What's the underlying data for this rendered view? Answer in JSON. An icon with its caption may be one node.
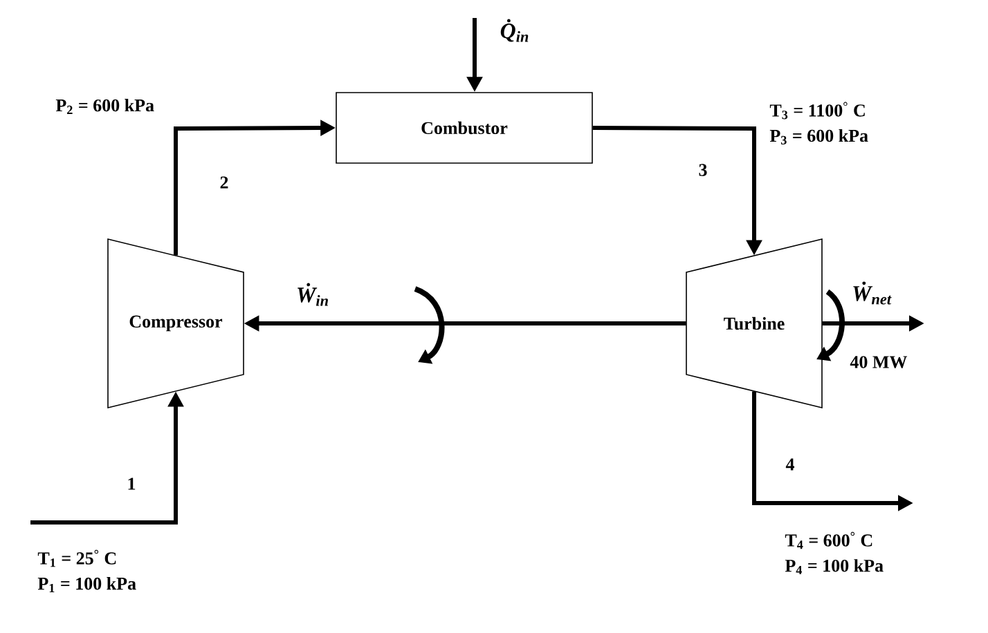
{
  "diagram": {
    "nodes": [
      {
        "text": [
          "Combustor"
        ]
      },
      {
        "text": [
          "Compressor"
        ]
      },
      {
        "text": [
          "Turbine"
        ]
      }
    ],
    "edges": [
      {
        "from": null,
        "to": 1,
        "arrow": "to",
        "label": "1"
      },
      {
        "from": 1,
        "to": 0,
        "arrow": "to",
        "label": "2"
      },
      {
        "from": 0,
        "to": 2,
        "arrow": "to",
        "label": "3"
      },
      {
        "from": 2,
        "to": null,
        "arrow": "to",
        "label": "4"
      },
      {
        "from": null,
        "to": 0,
        "arrow": "to",
        "label": "Q̇$_{in}$"
      },
      {
        "from": 2,
        "to": 1,
        "arrow": "to",
        "label": "Ẇ$_{in}$"
      },
      {
        "from": 2,
        "to": null,
        "arrow": "to",
        "label": "Ẇ$_{net}$"
      }
    ],
    "labels": [
      "P$_{2}$ = 600 kPa",
      "T$_{3}$ = 1100$^{°}$ C",
      "P$_{3}$ = 600 kPa",
      "T$_{1}$ = 25$^{°}$ C",
      "P$_{1}$ = 100 kPa",
      "T$_{4}$ = 600$^{°}$ C",
      "P$_{4}$ = 100 kPa",
      "40 MW"
    ]
  }
}
